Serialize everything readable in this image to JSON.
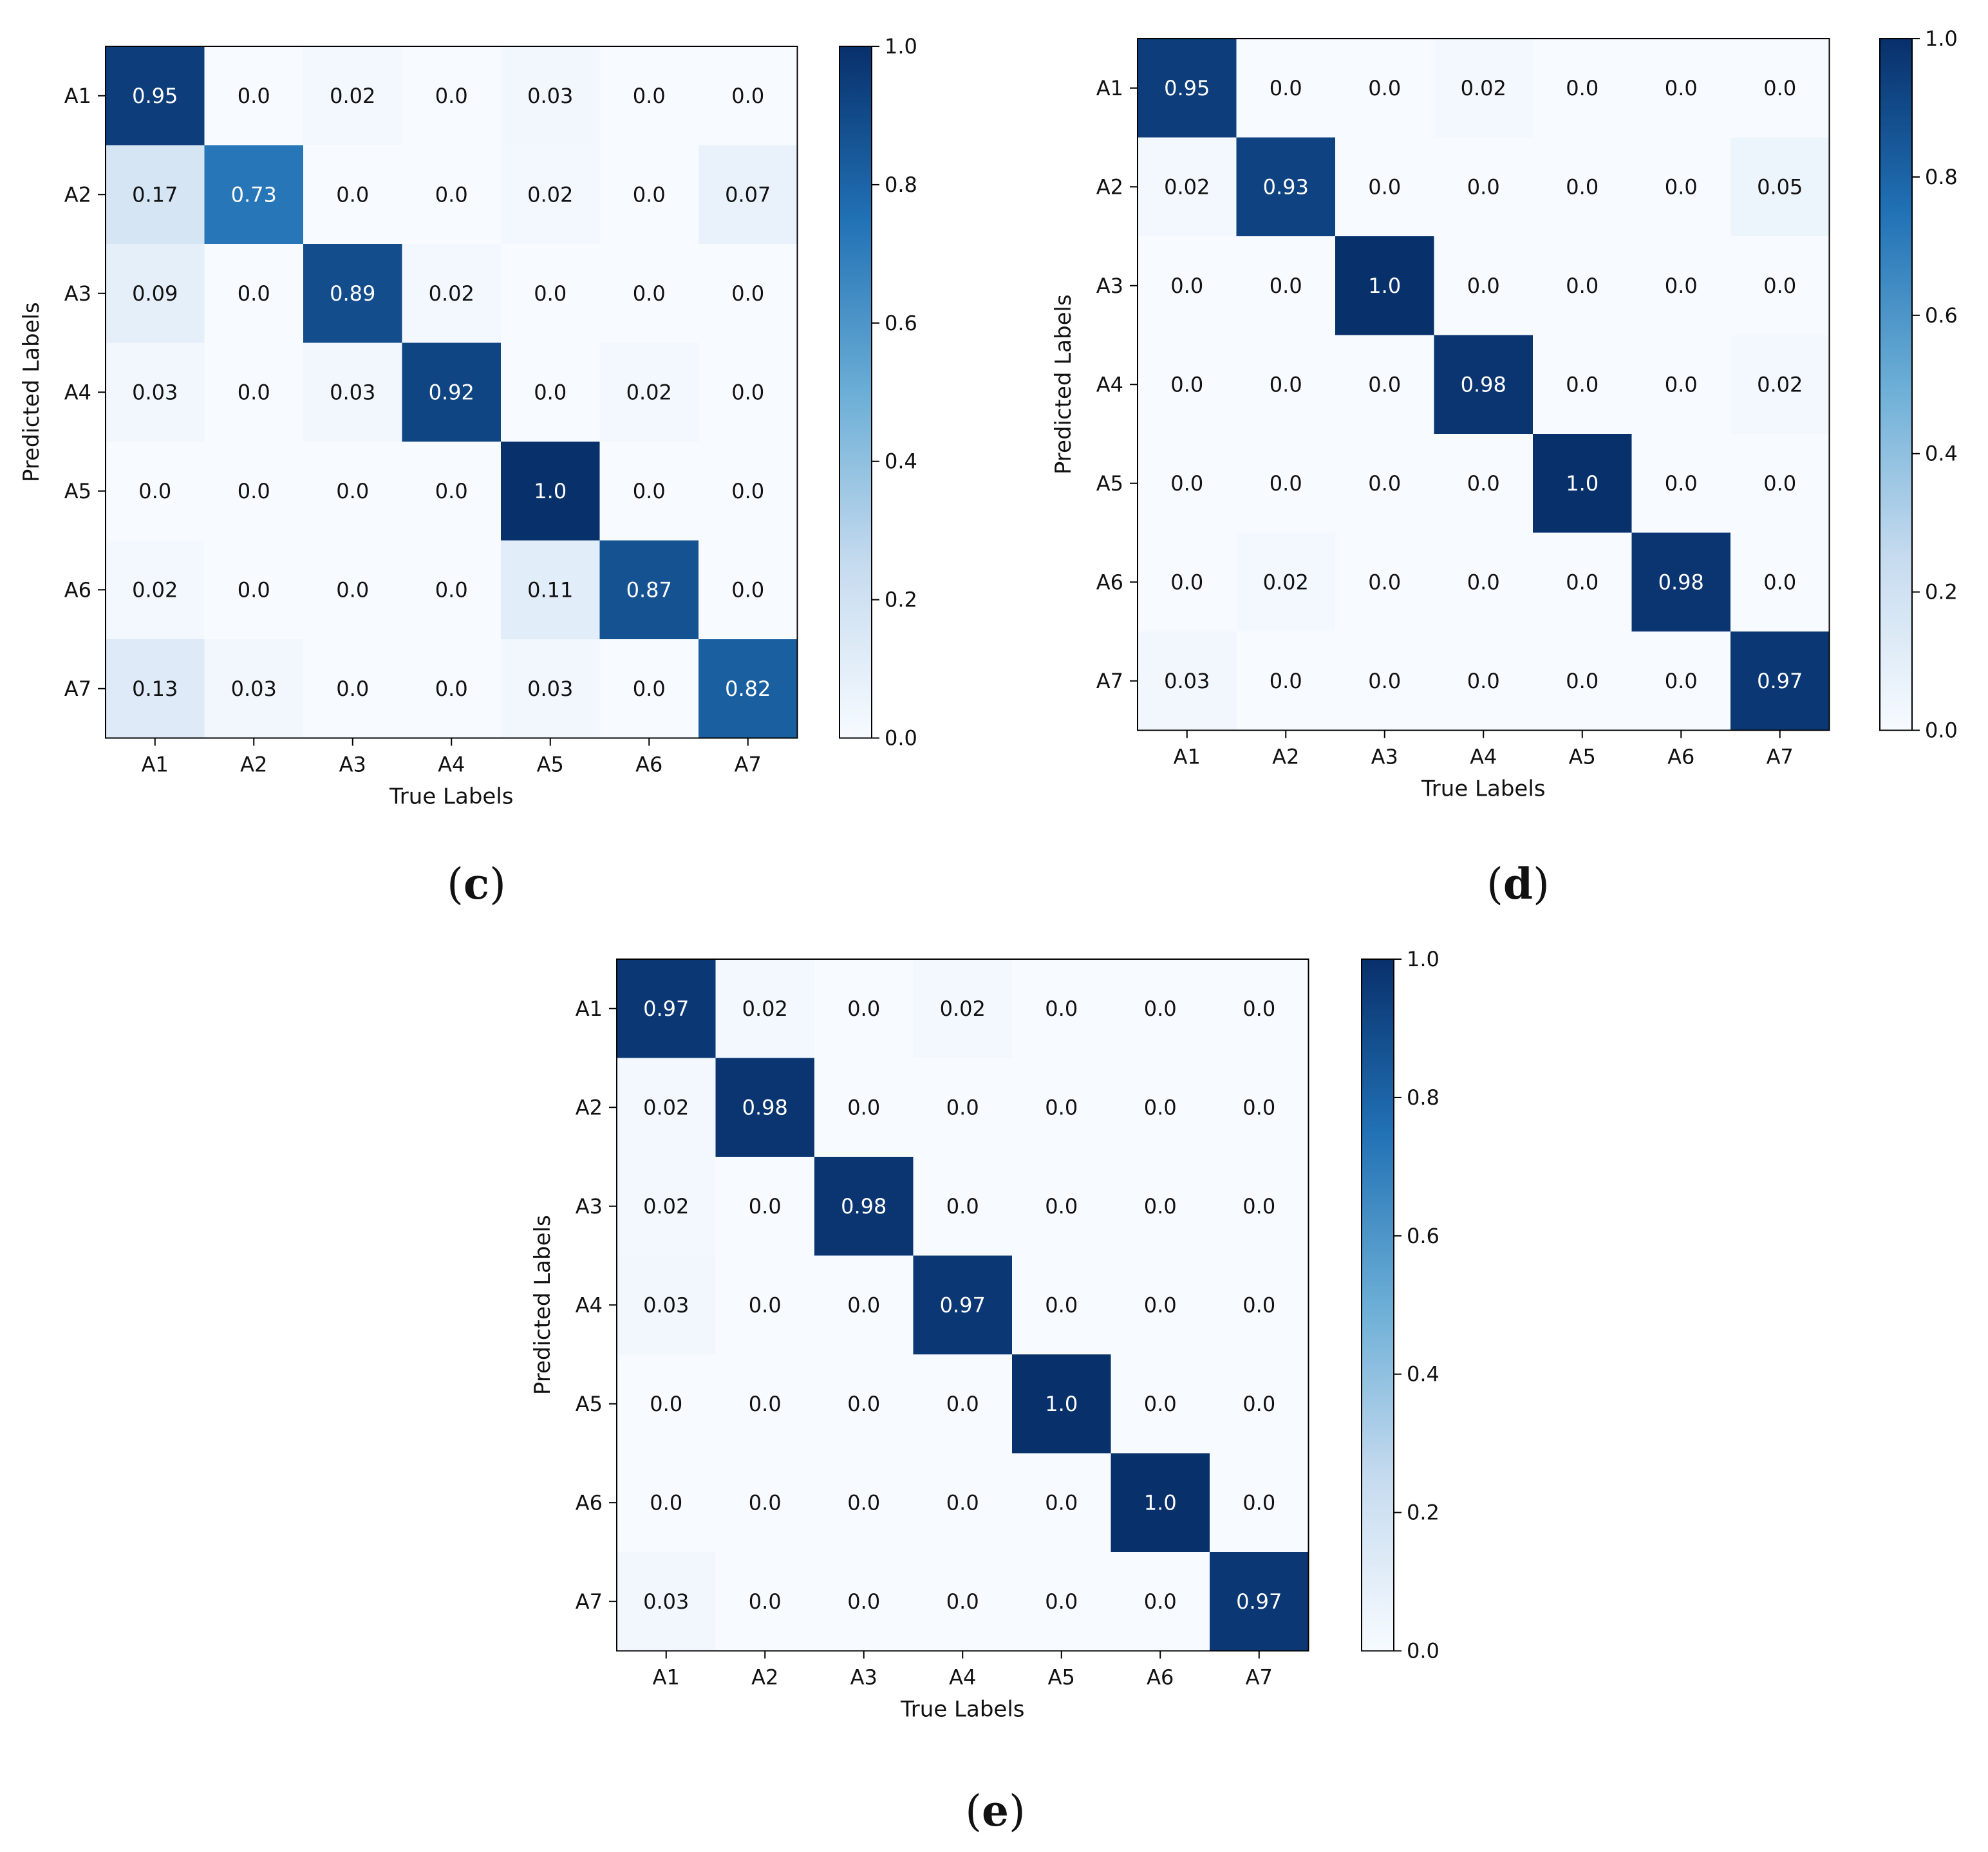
{
  "colors": {
    "cmap_low": "#f7fbff",
    "cmap_mid1": "#c6dbef",
    "cmap_mid2": "#6baed6",
    "cmap_mid3": "#2171b5",
    "cmap_high": "#08306b"
  },
  "chart_data": [
    {
      "type": "heatmap",
      "panel": "c",
      "xlabel": "True Labels",
      "ylabel": "Predicted Labels",
      "x_categories": [
        "A1",
        "A2",
        "A3",
        "A4",
        "A5",
        "A6",
        "A7"
      ],
      "y_categories": [
        "A1",
        "A2",
        "A3",
        "A4",
        "A5",
        "A6",
        "A7"
      ],
      "matrix": [
        [
          0.95,
          0.0,
          0.02,
          0.0,
          0.03,
          0.0,
          0.0
        ],
        [
          0.17,
          0.73,
          0.0,
          0.0,
          0.02,
          0.0,
          0.07
        ],
        [
          0.09,
          0.0,
          0.89,
          0.02,
          0.0,
          0.0,
          0.0
        ],
        [
          0.03,
          0.0,
          0.03,
          0.92,
          0.0,
          0.02,
          0.0
        ],
        [
          0.0,
          0.0,
          0.0,
          0.0,
          1.0,
          0.0,
          0.0
        ],
        [
          0.02,
          0.0,
          0.0,
          0.0,
          0.11,
          0.87,
          0.0
        ],
        [
          0.13,
          0.03,
          0.0,
          0.0,
          0.03,
          0.0,
          0.82
        ]
      ],
      "colorbar": {
        "range": [
          0.0,
          1.0
        ],
        "ticks": [
          "0.0",
          "0.2",
          "0.4",
          "0.6",
          "0.8",
          "1.0"
        ]
      }
    },
    {
      "type": "heatmap",
      "panel": "d",
      "xlabel": "True Labels",
      "ylabel": "Predicted Labels",
      "x_categories": [
        "A1",
        "A2",
        "A3",
        "A4",
        "A5",
        "A6",
        "A7"
      ],
      "y_categories": [
        "A1",
        "A2",
        "A3",
        "A4",
        "A5",
        "A6",
        "A7"
      ],
      "matrix": [
        [
          0.95,
          0.0,
          0.0,
          0.02,
          0.0,
          0.0,
          0.0
        ],
        [
          0.02,
          0.93,
          0.0,
          0.0,
          0.0,
          0.0,
          0.05
        ],
        [
          0.0,
          0.0,
          1.0,
          0.0,
          0.0,
          0.0,
          0.0
        ],
        [
          0.0,
          0.0,
          0.0,
          0.98,
          0.0,
          0.0,
          0.02
        ],
        [
          0.0,
          0.0,
          0.0,
          0.0,
          1.0,
          0.0,
          0.0
        ],
        [
          0.0,
          0.02,
          0.0,
          0.0,
          0.0,
          0.98,
          0.0
        ],
        [
          0.03,
          0.0,
          0.0,
          0.0,
          0.0,
          0.0,
          0.97
        ]
      ],
      "colorbar": {
        "range": [
          0.0,
          1.0
        ],
        "ticks": [
          "0.0",
          "0.2",
          "0.4",
          "0.6",
          "0.8",
          "1.0"
        ]
      }
    },
    {
      "type": "heatmap",
      "panel": "e",
      "xlabel": "True Labels",
      "ylabel": "Predicted Labels",
      "x_categories": [
        "A1",
        "A2",
        "A3",
        "A4",
        "A5",
        "A6",
        "A7"
      ],
      "y_categories": [
        "A1",
        "A2",
        "A3",
        "A4",
        "A5",
        "A6",
        "A7"
      ],
      "matrix": [
        [
          0.97,
          0.02,
          0.0,
          0.02,
          0.0,
          0.0,
          0.0
        ],
        [
          0.02,
          0.98,
          0.0,
          0.0,
          0.0,
          0.0,
          0.0
        ],
        [
          0.02,
          0.0,
          0.98,
          0.0,
          0.0,
          0.0,
          0.0
        ],
        [
          0.03,
          0.0,
          0.0,
          0.97,
          0.0,
          0.0,
          0.0
        ],
        [
          0.0,
          0.0,
          0.0,
          0.0,
          1.0,
          0.0,
          0.0
        ],
        [
          0.0,
          0.0,
          0.0,
          0.0,
          0.0,
          1.0,
          0.0
        ],
        [
          0.03,
          0.0,
          0.0,
          0.0,
          0.0,
          0.0,
          0.97
        ]
      ],
      "colorbar": {
        "range": [
          0.0,
          1.0
        ],
        "ticks": [
          "0.0",
          "0.2",
          "0.4",
          "0.6",
          "0.8",
          "1.0"
        ]
      }
    }
  ]
}
